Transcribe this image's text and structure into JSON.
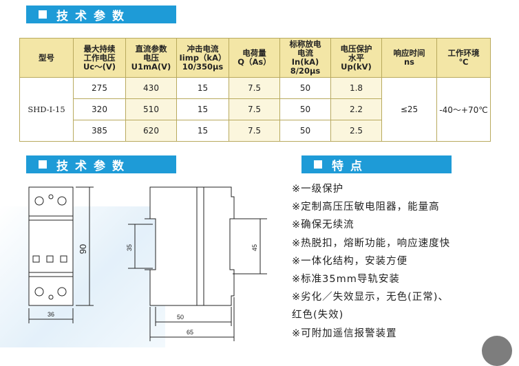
{
  "sections": {
    "tech_top": "技术参数",
    "tech_bottom": "技术参数",
    "features": "特点"
  },
  "table": {
    "headers": [
      {
        "lines": [
          "型号"
        ]
      },
      {
        "lines": [
          "最大持续",
          "工作电压",
          "Uc～(V)"
        ]
      },
      {
        "lines": [
          "直流参数",
          "电压",
          "U1mA(V)"
        ]
      },
      {
        "lines": [
          "冲击电流",
          "Iimp（kA）",
          "10/350μs"
        ]
      },
      {
        "lines": [
          "电荷量",
          "Q（As）"
        ]
      },
      {
        "lines": [
          "标称放电",
          "电流",
          "In(kA)",
          "8/20μs"
        ]
      },
      {
        "lines": [
          "电压保护",
          "水平",
          "Up(kV)"
        ]
      },
      {
        "lines": [
          "响应时间",
          "ns"
        ]
      },
      {
        "lines": [
          "工作环境",
          "℃"
        ]
      }
    ],
    "model": "SHD-I-15",
    "response": "≤25",
    "environment": "-40～+70℃",
    "rows": [
      [
        "275",
        "430",
        "15",
        "7.5",
        "50",
        "1.8"
      ],
      [
        "320",
        "510",
        "15",
        "7.5",
        "50",
        "2.2"
      ],
      [
        "385",
        "620",
        "15",
        "7.5",
        "50",
        "2.5"
      ]
    ]
  },
  "dimensions": {
    "front_height": "90",
    "front_width": "36",
    "side_35": "35",
    "side_45": "45",
    "side_50": "50",
    "side_65": "65"
  },
  "features": [
    "※一级保护",
    "※定制高压压敏电阻器，能量高",
    "※确保无续流",
    "※热脱扣，熔断功能，响应速度快",
    "※一体化结构，安装方便",
    "※标准35mm导轨安装",
    "※劣化／失效显示，无色(正常)、",
    "红色(失效)",
    "※可附加遥信报警装置"
  ],
  "colors": {
    "section_bar": "#1e9bd7",
    "table_header": "#f3e6a6",
    "table_border": "#b8a95d"
  }
}
